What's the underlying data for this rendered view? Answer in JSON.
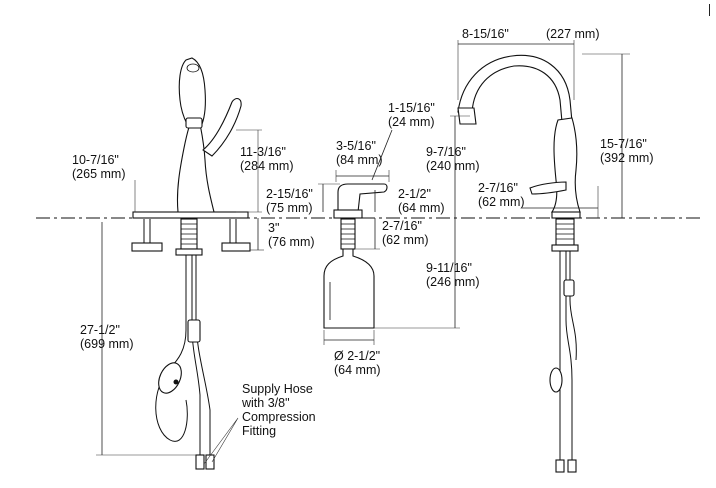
{
  "dimensions": {
    "deck_to_handle": {
      "fraction": "11-3/16\"",
      "metric": "(284 mm)"
    },
    "reach_left": {
      "fraction": "10-7/16\"",
      "metric": "(265 mm)"
    },
    "below_deck": {
      "fraction": "3\"",
      "metric": "(76 mm)"
    },
    "supply_length": {
      "fraction": "27-1/2\"",
      "metric": "(699 mm)"
    },
    "dispenser_reach": {
      "fraction": "3-5/16\"",
      "metric": "(84 mm)"
    },
    "dispenser_head_dia": {
      "fraction": "1-15/16\"",
      "metric": "(24 mm)"
    },
    "dispenser_height": {
      "fraction": "2-15/16\"",
      "metric": "(75 mm)"
    },
    "dispenser_nozzle": {
      "fraction": "2-1/2\"",
      "metric": "(64 mm)"
    },
    "dispenser_shank": {
      "fraction": "2-7/16\"",
      "metric": "(62 mm)"
    },
    "bottle_depth": {
      "fraction": "9-11/16\"",
      "metric": "(246 mm)"
    },
    "bottle_dia": {
      "fraction": "Ø 2-1/2\"",
      "metric": "(64 mm)"
    },
    "spout_reach": {
      "fraction": "8-15/16\"",
      "metric": "(227 mm)"
    },
    "spout_height": {
      "fraction": "9-7/16\"",
      "metric": "(240 mm)"
    },
    "overall_height": {
      "fraction": "15-7/16\"",
      "metric": "(392 mm)"
    },
    "handle_height": {
      "fraction": "2-7/16\"",
      "metric": "(62 mm)"
    }
  },
  "supply_note": [
    "Supply Hose",
    "with 3/8\"",
    "Compression",
    "Fitting"
  ]
}
